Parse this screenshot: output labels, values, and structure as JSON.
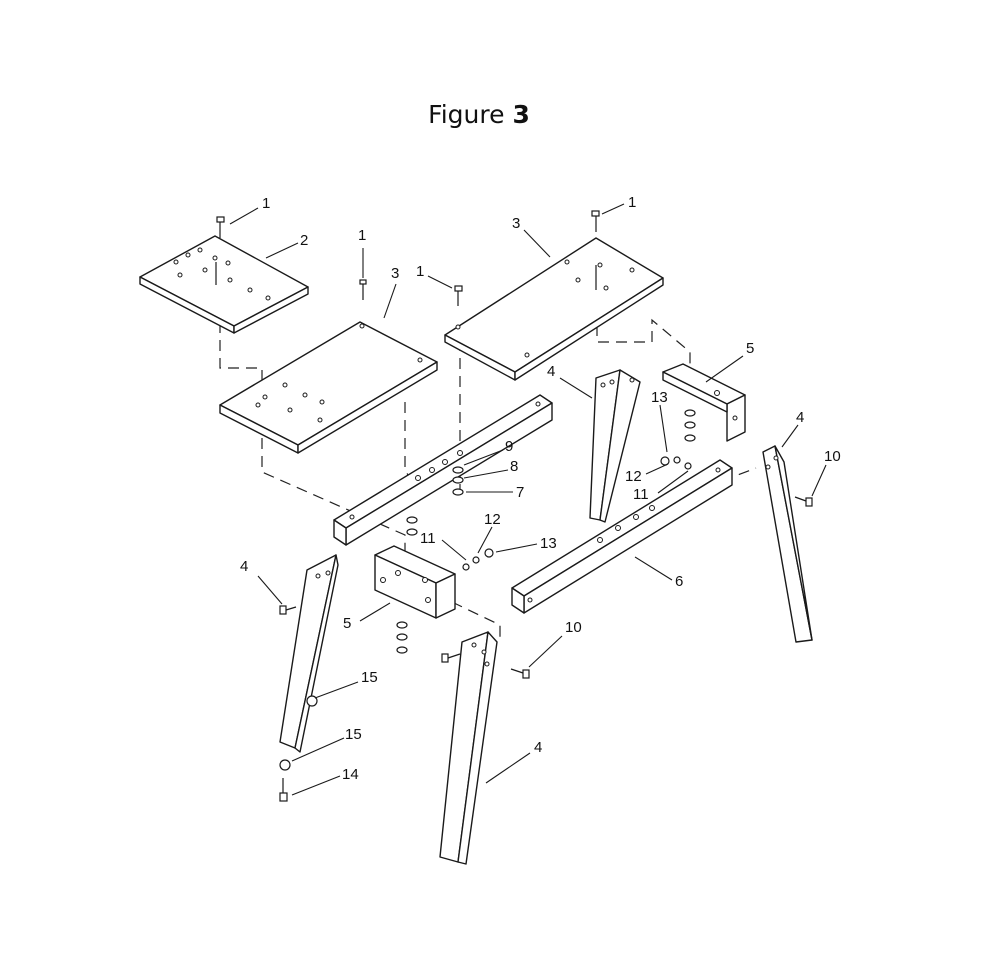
{
  "figure": {
    "title_prefix": "Figure",
    "title_number": "3"
  },
  "callouts": [
    {
      "label": "1"
    },
    {
      "label": "2"
    },
    {
      "label": "1"
    },
    {
      "label": "3"
    },
    {
      "label": "1"
    },
    {
      "label": "3"
    },
    {
      "label": "1"
    },
    {
      "label": "5"
    },
    {
      "label": "4"
    },
    {
      "label": "13"
    },
    {
      "label": "9"
    },
    {
      "label": "8"
    },
    {
      "label": "7"
    },
    {
      "label": "12"
    },
    {
      "label": "11"
    },
    {
      "label": "4"
    },
    {
      "label": "10"
    },
    {
      "label": "11"
    },
    {
      "label": "12"
    },
    {
      "label": "13"
    },
    {
      "label": "6"
    },
    {
      "label": "4"
    },
    {
      "label": "5"
    },
    {
      "label": "10"
    },
    {
      "label": "15"
    },
    {
      "label": "15"
    },
    {
      "label": "14"
    },
    {
      "label": "4"
    }
  ]
}
